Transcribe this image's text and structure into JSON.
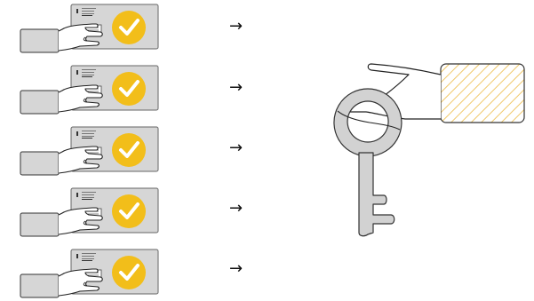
{
  "diagram": {
    "left_items": [
      {
        "id": "hand-card-1",
        "arrow": "→"
      },
      {
        "id": "hand-card-2",
        "arrow": "→"
      },
      {
        "id": "hand-card-3",
        "arrow": "→"
      },
      {
        "id": "hand-card-4",
        "arrow": "→"
      },
      {
        "id": "hand-card-5",
        "arrow": "→"
      }
    ],
    "colors": {
      "card_fill": "#d6d6d6",
      "card_stroke": "#666666",
      "check_fill": "#f2be1a",
      "hand_outline": "#222222",
      "key_fill": "#d2d2d2",
      "hatch": "#f0c86a",
      "glove_fill": "#ffffff"
    },
    "icons": {
      "card": "id-card-icon",
      "check": "checkmark-icon",
      "hand": "hand-holding-icon",
      "key": "key-icon",
      "glove": "glove-icon"
    }
  }
}
